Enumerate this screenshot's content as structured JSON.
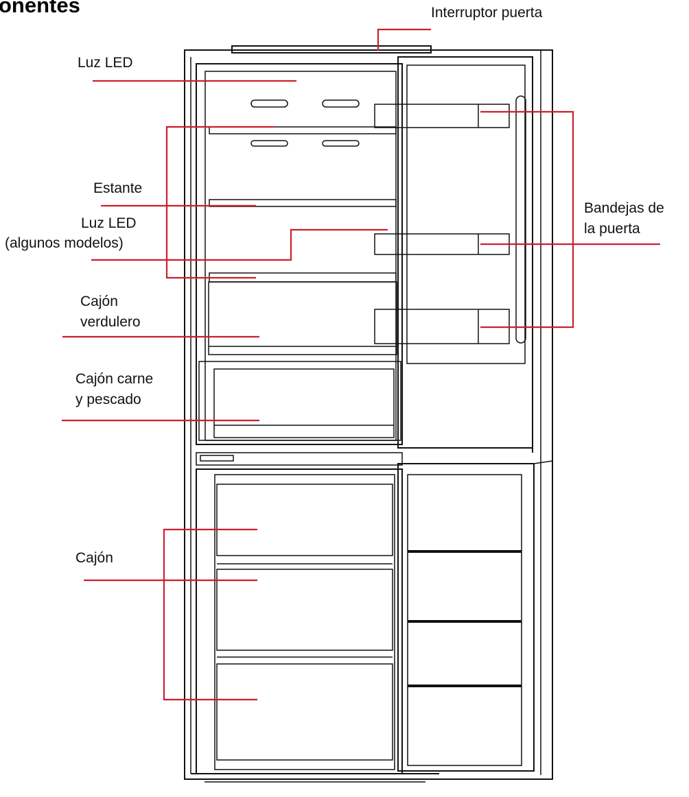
{
  "title": "onentes",
  "colors": {
    "leader_line": "#cc1f2b",
    "outline": "#111111",
    "background": "#ffffff"
  },
  "labels": {
    "door_switch": "Interruptor puerta",
    "led_light": "Luz LED",
    "shelf": "Estante",
    "led_light_some": "Luz LED",
    "led_light_some_note": "(algunos modelos)",
    "crisper_1": "Cajón",
    "crisper_2": "verdulero",
    "meat_drawer_1": "Cajón carne",
    "meat_drawer_2": "y pescado",
    "door_bins_1": "Bandejas de",
    "door_bins_2": "la puerta",
    "freezer_drawer": "Cajón"
  }
}
